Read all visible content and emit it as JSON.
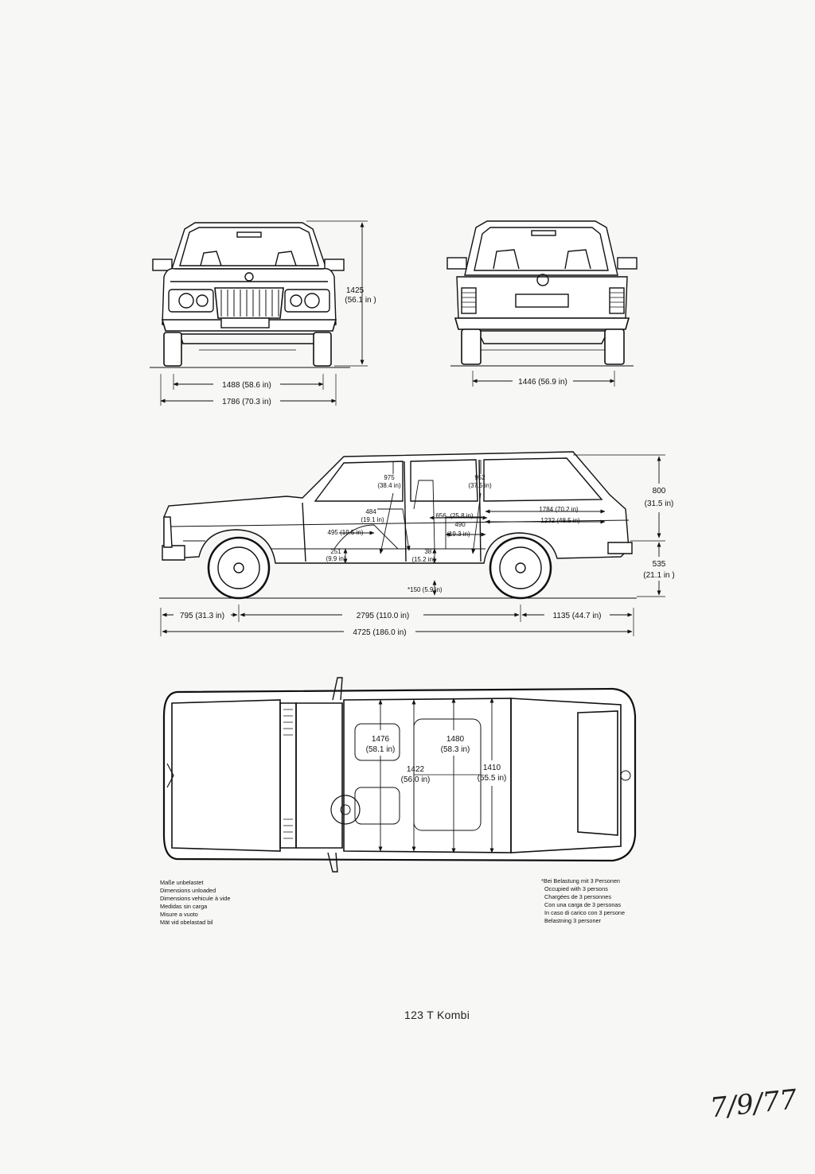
{
  "caption": "123 T  Kombi",
  "handwritten_date": "7/9/77",
  "front_view": {
    "height": "1425",
    "height_in": "(56.1 in )",
    "track_front": "1488 (58.6 in)",
    "width": "1786 (70.3 in)"
  },
  "rear_view": {
    "track_rear": "1446 (56.9 in)"
  },
  "side_view": {
    "roof_height": "800",
    "roof_height_in": "(31.5 in)",
    "lower_height": "535",
    "lower_height_in": "(21.1 in )",
    "front_headroom": "975",
    "front_headroom_in": "(38.4 in)",
    "rear_headroom": "952",
    "rear_headroom_in": "(37.5 in)",
    "seat_depth": "484",
    "seat_depth_in": "(19.1 in)",
    "legroom_rear": "656",
    "legroom_rear_in": "(25.8 in)",
    "rear_seat": "490",
    "rear_seat_in": "(19.3 in)",
    "front_seat_cushion": "495 (19.5 in)",
    "floor_height": "251",
    "floor_height_in": "(9.9 in)",
    "rear_floor": "387",
    "rear_floor_in": "(15.2 in)",
    "cargo_length": "1784 (70.2 in)",
    "cargo_length_2": "1232 (48.5 in)",
    "ground_clearance": "*150 (5.9 in)",
    "front_overhang": "795 (31.3 in)",
    "wheelbase": "2795 (110.0 in)",
    "rear_overhang": "1135 (44.7 in)",
    "overall_length": "4725 (186.0 in)"
  },
  "top_view": {
    "front_shoulder": "1476",
    "front_shoulder_in": "(58.1 in)",
    "rear_shoulder": "1480",
    "rear_shoulder_in": "(58.3 in)",
    "hip_width": "1422",
    "hip_width_in": "(56.0 in)",
    "cargo_width": "1410",
    "cargo_width_in": "(55.5 in)"
  },
  "notes_left": [
    "Maße unbelastet",
    "Dimensions unloaded",
    "Dimensions vehicule à vide",
    "Medidas sin carga",
    "Misure a vuoto",
    "Mät vid obelastad bil"
  ],
  "notes_right": [
    "*Bei Belastung mit 3 Personen",
    "Occupied with 3 persons",
    "Chargées de 3 personnes",
    "Con una carga de 3 personas",
    "In caso di carico con 3 persone",
    "Belastning 3 personer"
  ]
}
